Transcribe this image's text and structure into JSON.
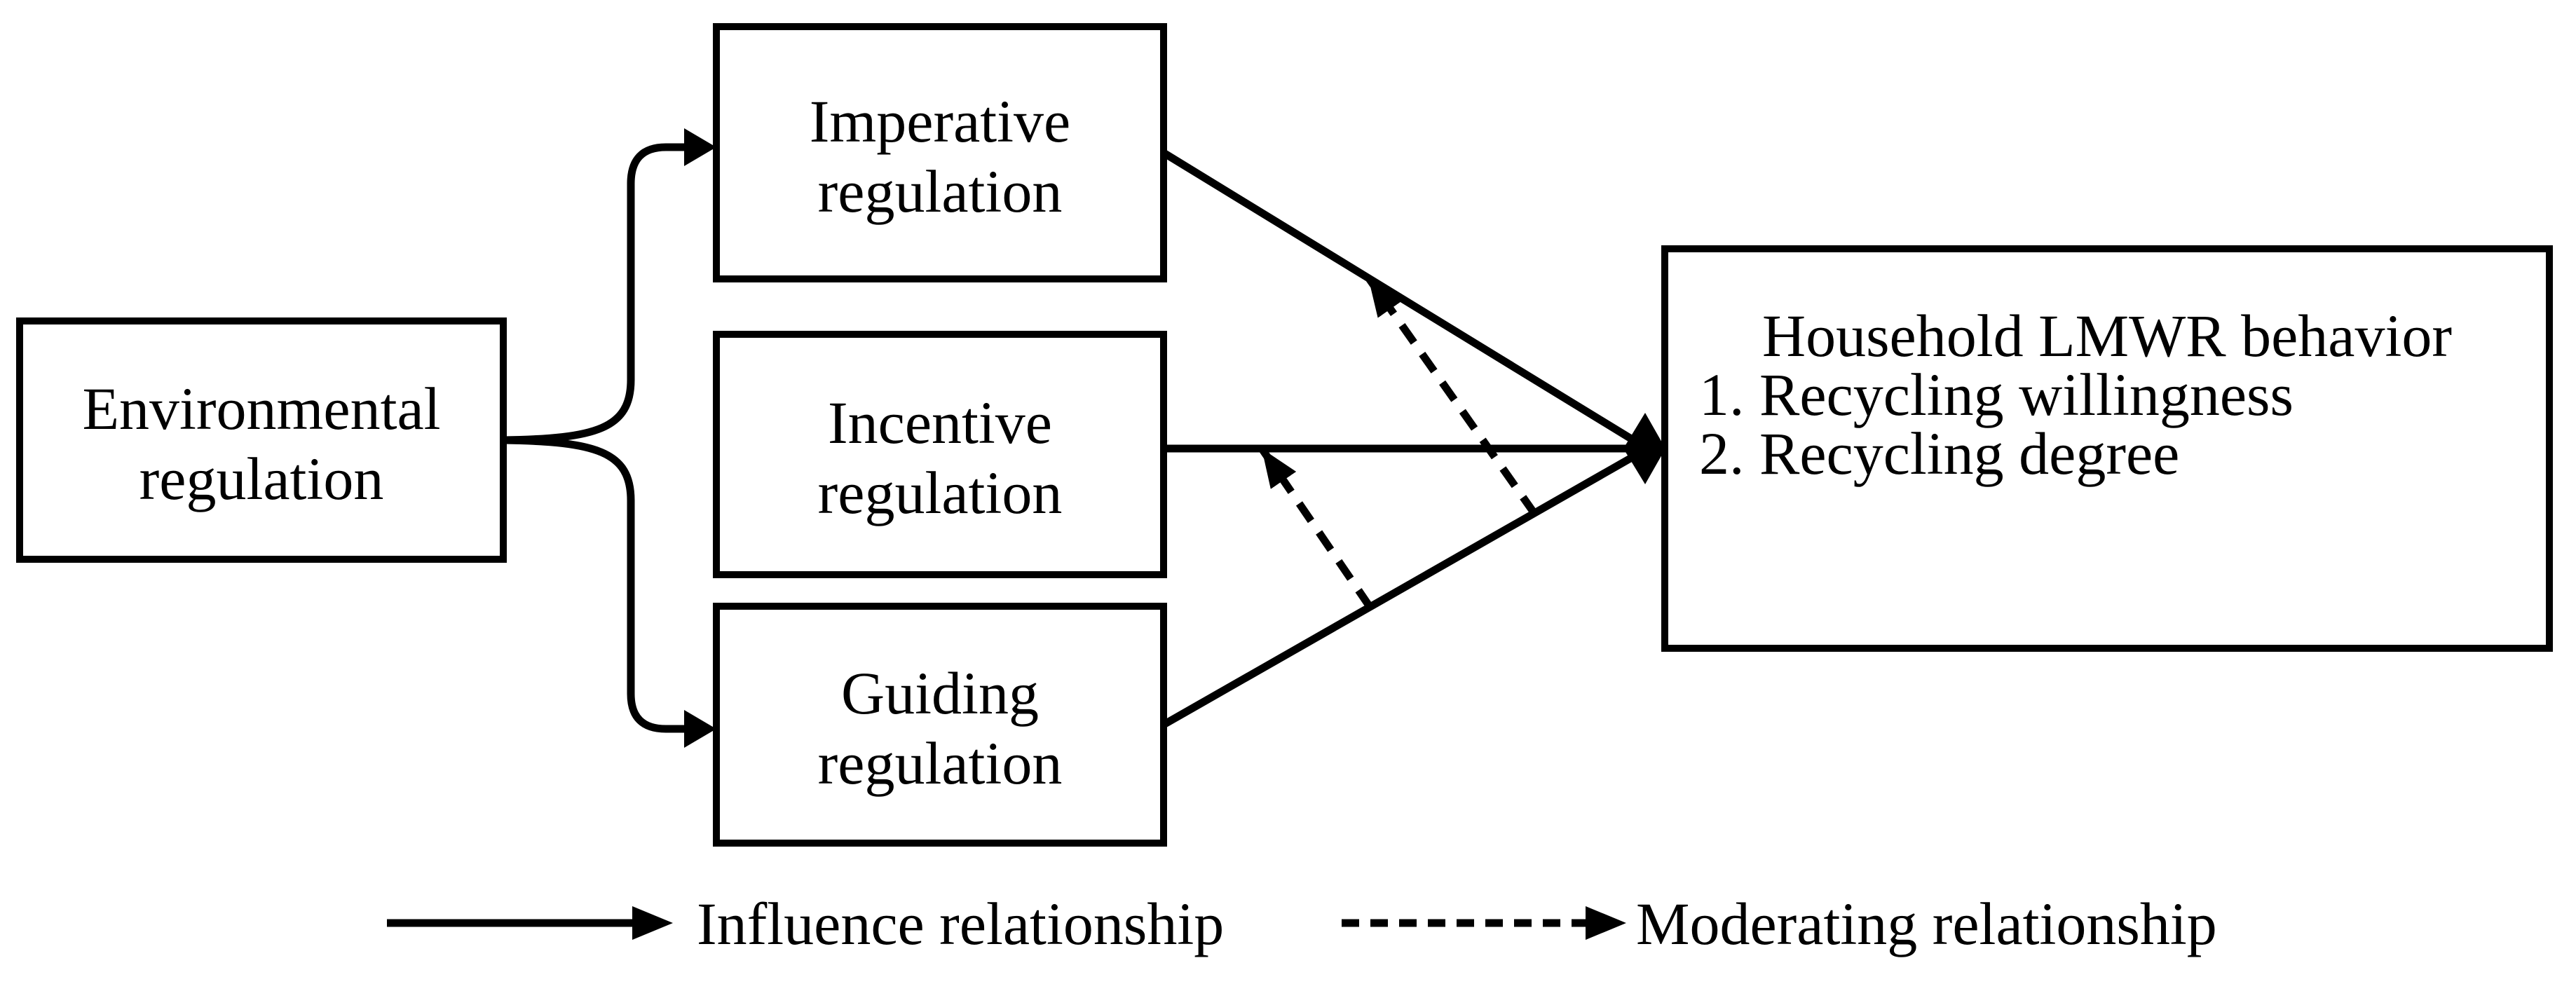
{
  "figure": {
    "colors": {
      "ink": "#000000",
      "background": "#ffffff"
    },
    "boxes": {
      "environmental": {
        "lines": [
          "Environmental",
          "regulation"
        ]
      },
      "imperative": {
        "lines": [
          "Imperative",
          "regulation"
        ]
      },
      "incentive": {
        "lines": [
          "Incentive",
          "regulation"
        ]
      },
      "guiding": {
        "lines": [
          "Guiding",
          "regulation"
        ]
      },
      "behavior": {
        "lines": [
          "Household LMWR behavior",
          "1. Recycling willingness",
          "2. Recycling degree"
        ]
      }
    },
    "legend": {
      "influence_label": "Influence relationship",
      "moderating_label": "Moderating relationship"
    }
  }
}
